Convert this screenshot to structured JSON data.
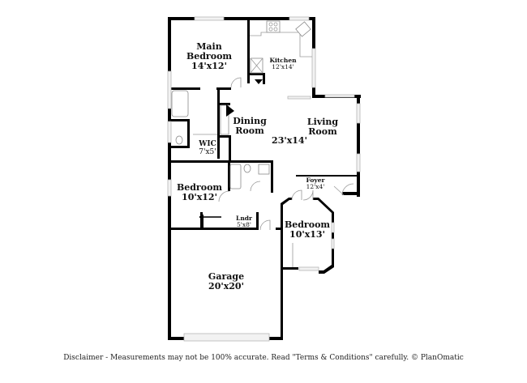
{
  "floorplan": {
    "rooms": [
      {
        "id": "main-bedroom",
        "name": "Main Bedroom",
        "name_line1": "Main",
        "name_line2": "Bedroom",
        "dims": "14'x12'"
      },
      {
        "id": "kitchen",
        "name": "Kitchen",
        "dims": "12'x14'"
      },
      {
        "id": "dining-room",
        "name": "Dining Room",
        "name_line1": "Dining",
        "name_line2": "Room"
      },
      {
        "id": "living-room",
        "name": "Living Room",
        "name_line1": "Living",
        "name_line2": "Room",
        "dims": "23'x14'"
      },
      {
        "id": "wic",
        "name": "WIC",
        "dims": "7'x5'"
      },
      {
        "id": "bedroom-2",
        "name": "Bedroom",
        "dims": "10'x12'"
      },
      {
        "id": "foyer",
        "name": "Foyer",
        "dims": "12'x4'"
      },
      {
        "id": "laundry",
        "name": "Lndr",
        "dims": "5'x8'"
      },
      {
        "id": "bedroom-3",
        "name": "Bedroom",
        "dims": "10'x13'"
      },
      {
        "id": "garage",
        "name": "Garage",
        "dims": "20'x20'"
      }
    ],
    "colors": {
      "wall": "#000000",
      "window": "#f2f2f2",
      "background": "#ffffff"
    }
  },
  "disclaimer": "Disclaimer - Measurements may not be 100% accurate. Read \"Terms & Conditions\" carefully. © PlanOmatic"
}
